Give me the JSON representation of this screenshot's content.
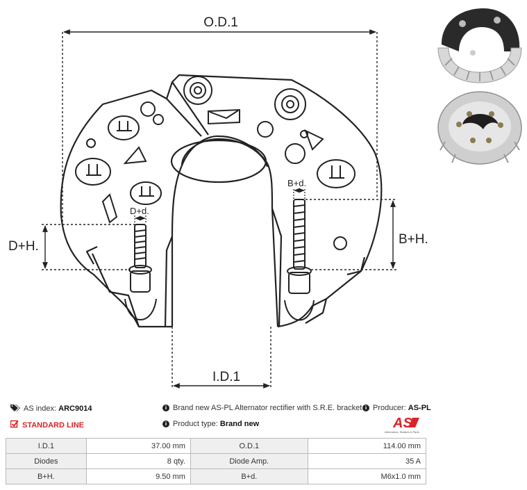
{
  "dimensions": {
    "od1": "O.D.1",
    "id1": "I.D.1",
    "bh": "B+H.",
    "bd": "B+d.",
    "dh": "D+H.",
    "dd": "D+d."
  },
  "info": {
    "as_index_label": "AS index:",
    "as_index_value": "ARC9014",
    "standard_line": "STANDARD LINE",
    "description": "Brand new AS-PL Alternator rectifier with S.R.E. bracket",
    "producer_label": "Producer:",
    "producer_value": "AS-PL",
    "product_type_label": "Product type:",
    "product_type_value": "Brand new"
  },
  "logo": {
    "mark": "AS",
    "tagline": "Alternators, Starters & Parts",
    "color": "#d8232a"
  },
  "specs": [
    {
      "l1": "I.D.1",
      "v1": "37.00 mm",
      "l2": "O.D.1",
      "v2": "114.00 mm"
    },
    {
      "l1": "Diodes",
      "v1": "8 qty.",
      "l2": "Diode Amp.",
      "v2": "35 A"
    },
    {
      "l1": "B+H.",
      "v1": "9.50 mm",
      "l2": "B+d.",
      "v2": "M6x1.0 mm"
    }
  ]
}
